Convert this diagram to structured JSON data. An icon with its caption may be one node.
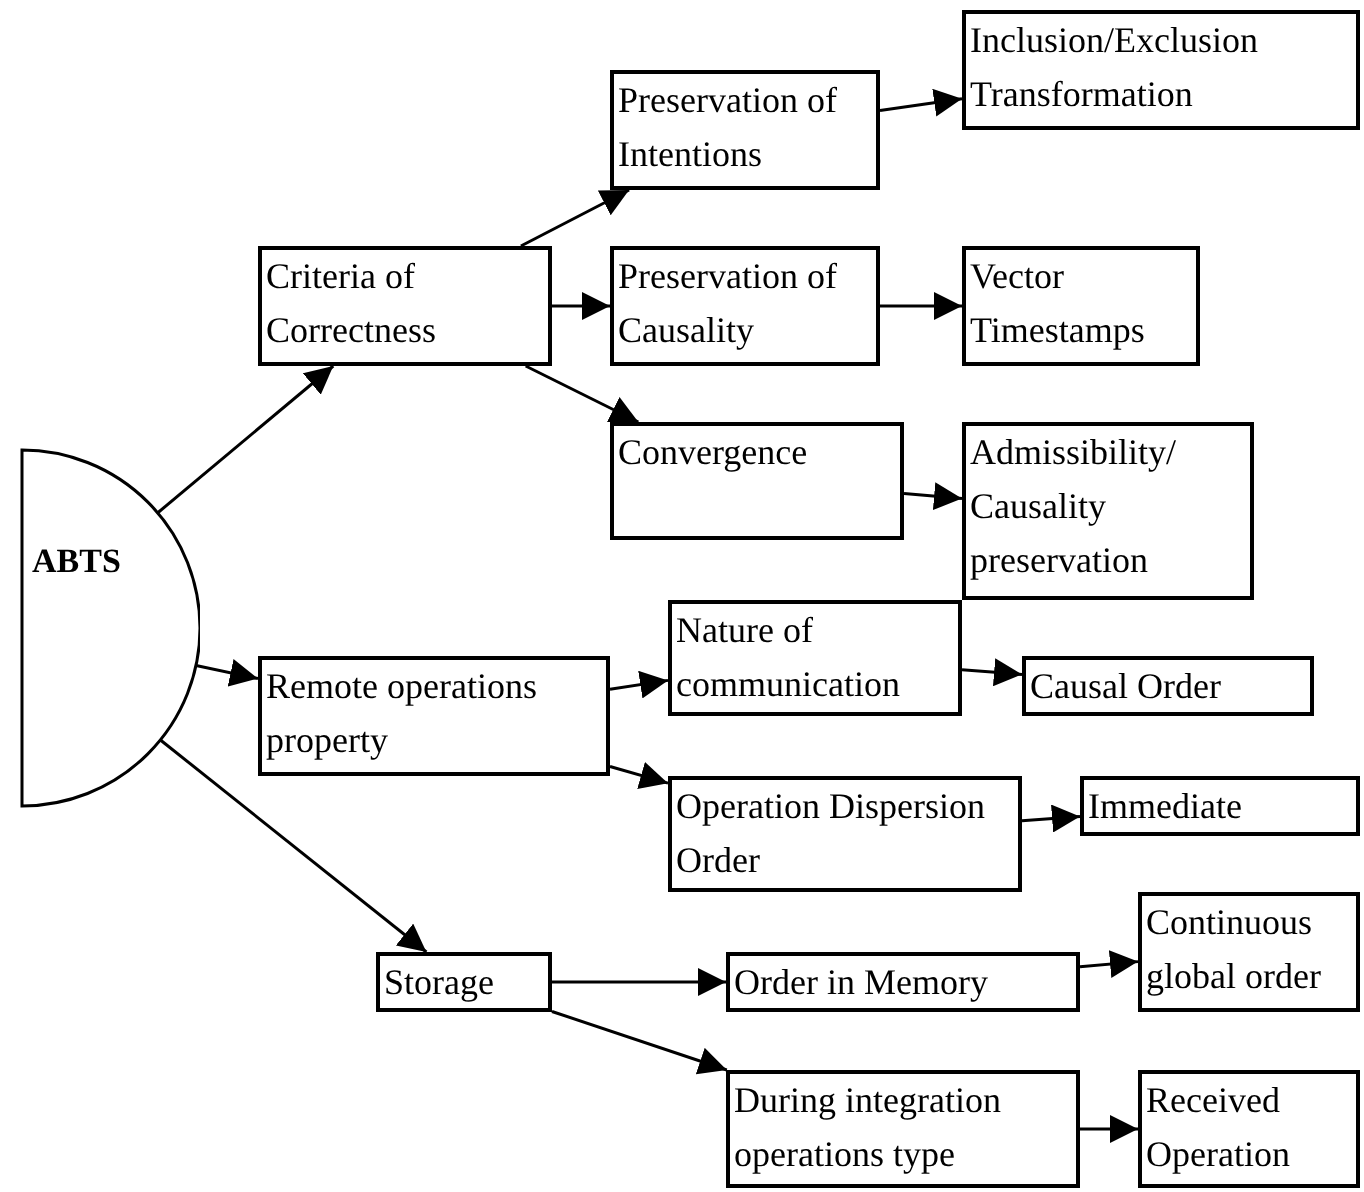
{
  "diagram": {
    "nodes": [
      {
        "text": [
          "ABTS"
        ]
      },
      {
        "text": [
          "Criteria of Correctness"
        ]
      },
      {
        "text": [
          "Preservation of Intentions"
        ]
      },
      {
        "text": [
          "Inclusion/Exclusion Transformation"
        ]
      },
      {
        "text": [
          "Preservation of Causality"
        ]
      },
      {
        "text": [
          "Vector Timestamps"
        ]
      },
      {
        "text": [
          "Convergence"
        ]
      },
      {
        "text": [
          "Admissibility/ Causality preservation"
        ]
      },
      {
        "text": [
          "Remote operations property"
        ]
      },
      {
        "text": [
          "Nature of communication"
        ]
      },
      {
        "text": [
          "Causal Order"
        ]
      },
      {
        "text": [
          "Operation Dispersion Order"
        ]
      },
      {
        "text": [
          "Immediate"
        ]
      },
      {
        "text": [
          "Storage"
        ]
      },
      {
        "text": [
          "Order in Memory"
        ]
      },
      {
        "text": [
          "Continuous global order"
        ]
      },
      {
        "text": [
          "During integration operations type"
        ]
      },
      {
        "text": [
          "Received Operation"
        ]
      }
    ],
    "edges": [
      {
        "from": 0,
        "to": 1,
        "arrow": "to"
      },
      {
        "from": 0,
        "to": 8,
        "arrow": "to"
      },
      {
        "from": 0,
        "to": 13,
        "arrow": "to"
      },
      {
        "from": 1,
        "to": 2,
        "arrow": "to"
      },
      {
        "from": 1,
        "to": 4,
        "arrow": "to"
      },
      {
        "from": 1,
        "to": 6,
        "arrow": "to"
      },
      {
        "from": 2,
        "to": 3,
        "arrow": "to"
      },
      {
        "from": 4,
        "to": 5,
        "arrow": "to"
      },
      {
        "from": 6,
        "to": 7,
        "arrow": "to"
      },
      {
        "from": 8,
        "to": 9,
        "arrow": "to"
      },
      {
        "from": 8,
        "to": 11,
        "arrow": "to"
      },
      {
        "from": 9,
        "to": 10,
        "arrow": "to"
      },
      {
        "from": 11,
        "to": 12,
        "arrow": "to"
      },
      {
        "from": 13,
        "to": 14,
        "arrow": "to"
      },
      {
        "from": 13,
        "to": 16,
        "arrow": "to"
      },
      {
        "from": 14,
        "to": 15,
        "arrow": "to"
      },
      {
        "from": 16,
        "to": 17,
        "arrow": "to"
      }
    ]
  }
}
